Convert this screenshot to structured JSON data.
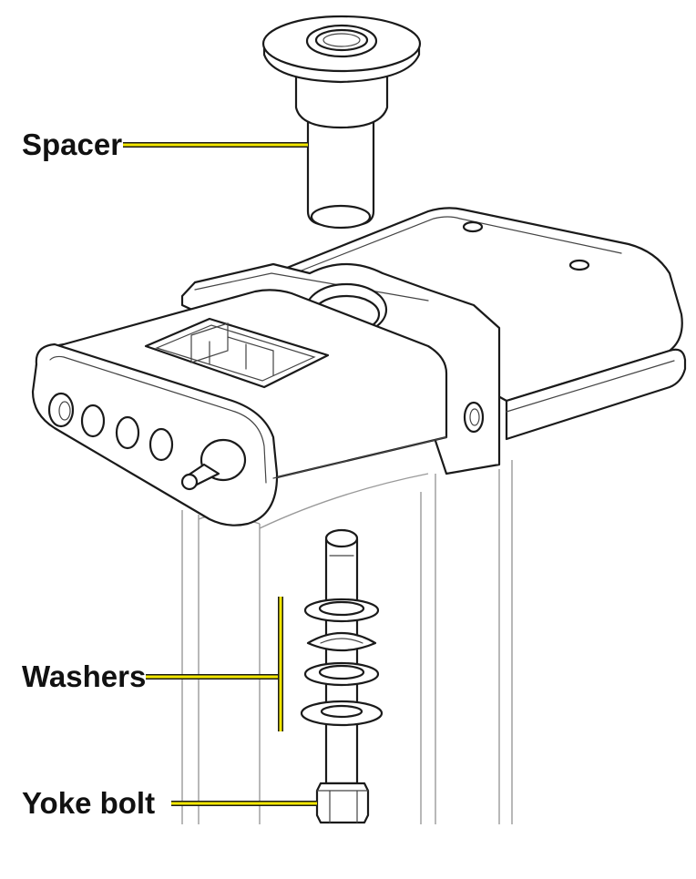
{
  "labels": {
    "spacer": "Spacer",
    "washers": "Washers",
    "yoke_bolt": "Yoke bolt"
  },
  "parts": [
    {
      "name": "spacer",
      "icon": "spacer-icon"
    },
    {
      "name": "yoke-housing",
      "icon": "yoke-housing-icon"
    },
    {
      "name": "washer-stack",
      "icon": "washers-icon"
    },
    {
      "name": "yoke-bolt",
      "icon": "bolt-icon"
    }
  ],
  "colors": {
    "leader_line": "#f2e600",
    "outline": "#1a1a1a",
    "fill": "#ffffff"
  }
}
